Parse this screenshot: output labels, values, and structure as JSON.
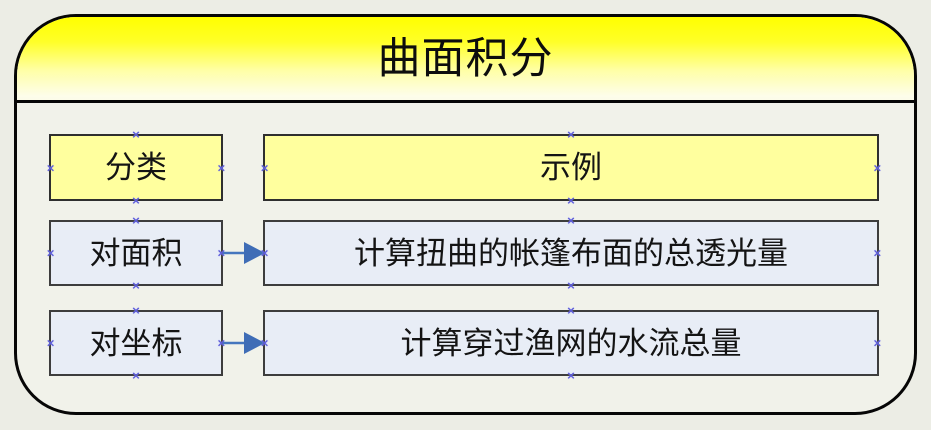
{
  "slide": {
    "title": "曲面积分"
  },
  "table": {
    "header": {
      "category": "分类",
      "example": "示例"
    },
    "rows": [
      {
        "category": "对面积",
        "example": "计算扭曲的帐篷布面的总透光量"
      },
      {
        "category": "对坐标",
        "example": "计算穿过渔网的水流总量"
      }
    ]
  },
  "icons": {
    "connection_marker_glyph": "×",
    "arrow_direction": "right"
  },
  "colors": {
    "page_background": "#ecede5",
    "container_fill": "#f1f2ea",
    "outer_border": "#060606",
    "header_gradient_top": "#ffff00",
    "header_gradient_bottom": "#fcfce9",
    "yellow_box_fill": "#ffff9e",
    "blue_box_fill": "#e8edf6",
    "box_border": "#3d3d3d",
    "arrow": "#3f6db6",
    "connection_marker": "#5a5ad8",
    "text": "#141414"
  }
}
